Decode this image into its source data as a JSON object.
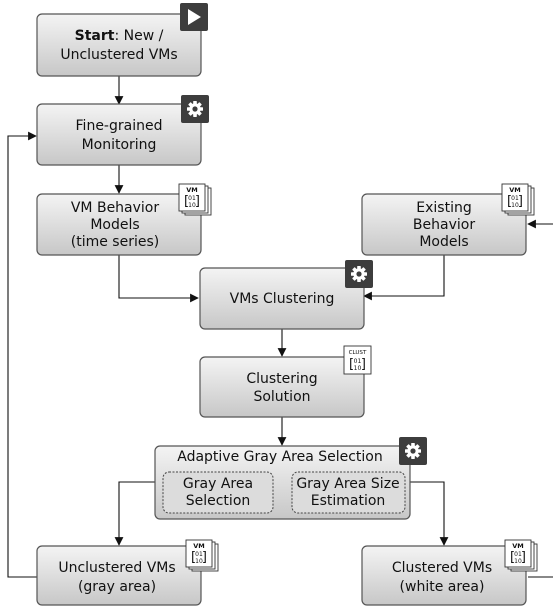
{
  "nodes": {
    "start": {
      "label_bold": "Start",
      "label_rest": ": New /",
      "line2": "Unclustered VMs",
      "icon": "play-icon"
    },
    "monitoring": {
      "line1": "Fine-grained",
      "line2": "Monitoring",
      "icon": "gear-icon"
    },
    "vm_models": {
      "line1": "VM Behavior",
      "line2": "Models",
      "line3": "(time series)",
      "icon": "vm-data-stack-icon"
    },
    "existing_models": {
      "line1": "Existing",
      "line2": "Behavior",
      "line3": "Models",
      "icon": "vm-data-stack-icon"
    },
    "clustering": {
      "line1": "VMs Clustering",
      "icon": "gear-icon"
    },
    "solution": {
      "line1": "Clustering",
      "line2": "Solution",
      "icon": "clust-data-icon"
    },
    "gray_area": {
      "title": "Adaptive Gray Area Selection",
      "icon": "gear-icon",
      "sub1": {
        "line1": "Gray Area",
        "line2": "Selection"
      },
      "sub2": {
        "line1": "Gray Area Size",
        "line2": "Estimation"
      }
    },
    "unclustered": {
      "line1": "Unclustered VMs",
      "line2": "(gray area)",
      "icon": "vm-data-stack-icon"
    },
    "clustered": {
      "line1": "Clustered VMs",
      "line2": "(white area)",
      "icon": "vm-data-stack-icon"
    }
  },
  "badges": {
    "vm": "VM",
    "clust": "CLUST",
    "bits_top": "01",
    "bits_bottom": "10"
  },
  "colors": {
    "box_top": "#f2f2f2",
    "box_bottom": "#c9c9c9",
    "box_stroke": "#555555",
    "icon_bg": "#3d3d3d",
    "arrow": "#111111"
  }
}
